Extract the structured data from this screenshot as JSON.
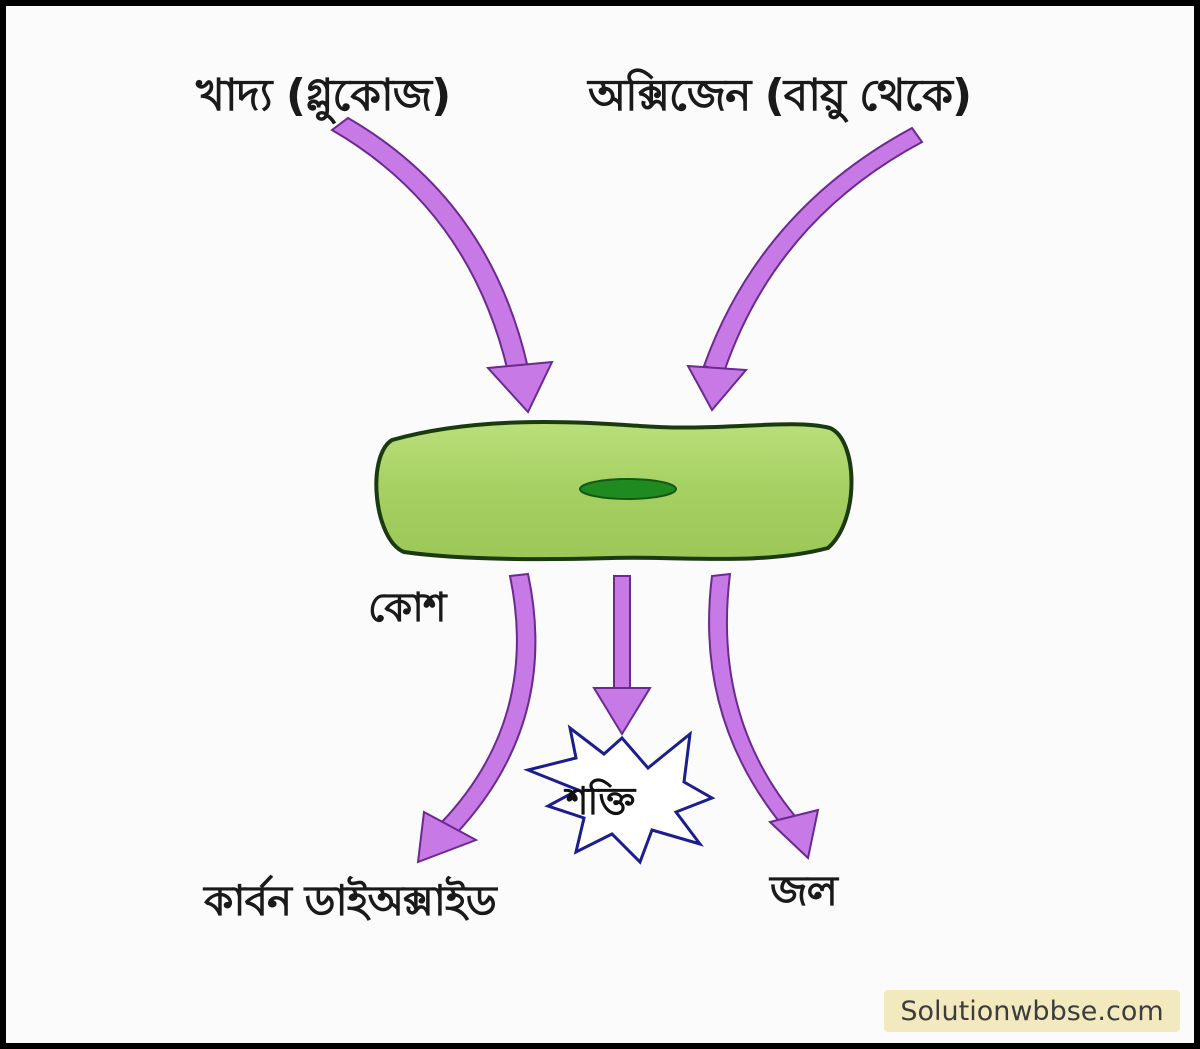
{
  "labels": {
    "food": "খাদ্য (গ্লুকোজ)",
    "oxygen": "অক্সিজেন (বায়ু থেকে)",
    "cell": "কোশ",
    "energy": "শক্তি",
    "co2": "কার্বন ডাইঅক্সাইড",
    "water": "জল"
  },
  "watermark": "Solutionwbbse.com",
  "colors": {
    "arrow": "#c77ae6",
    "arrow_stroke": "#6b2a8f",
    "cell_fill": "#a9d46a",
    "cell_stroke": "#1c3a10",
    "nucleus": "#1f8a1f",
    "starburst_stroke": "#1b1e8c"
  }
}
